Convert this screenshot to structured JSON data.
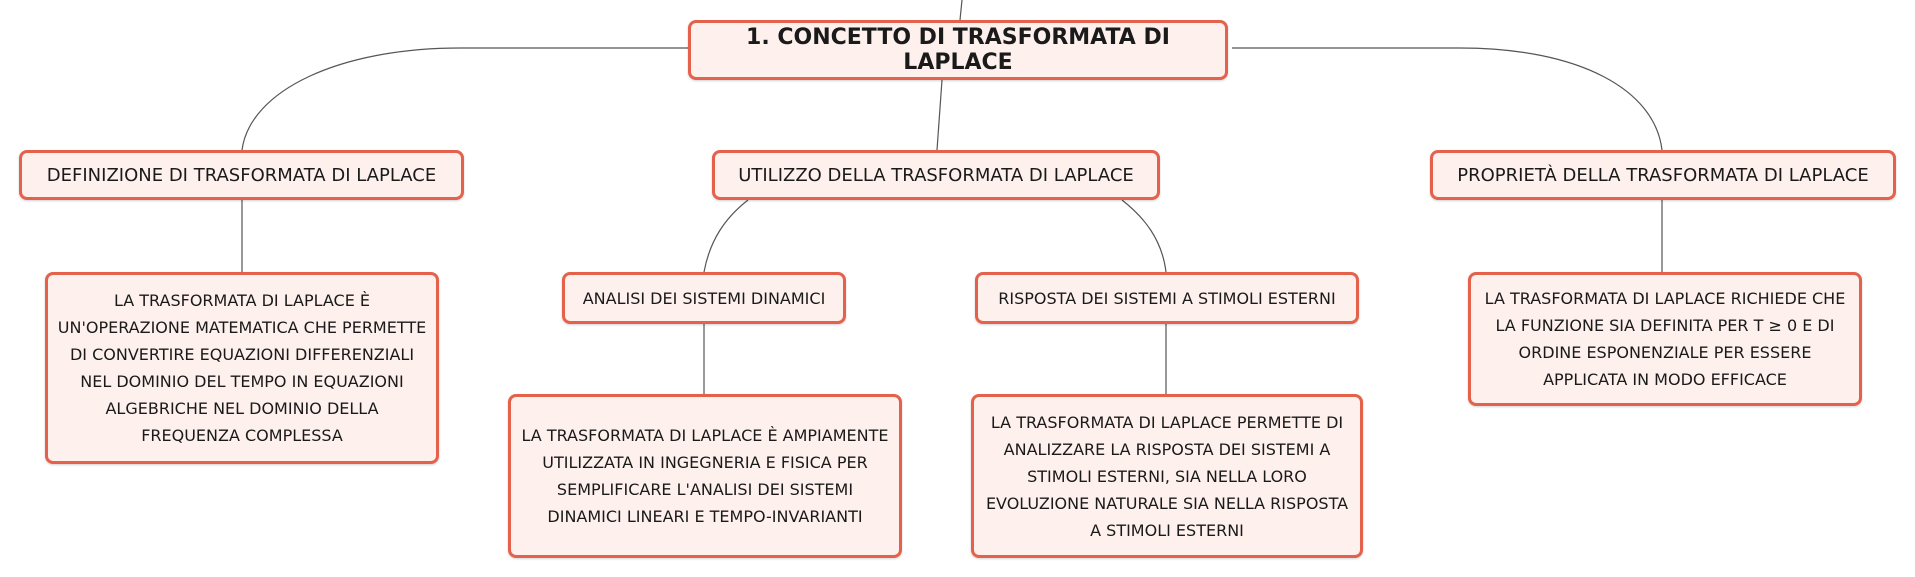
{
  "diagram": {
    "root": {
      "label": "1. CONCETTO DI TRASFORMATA DI LAPLACE"
    },
    "branches": {
      "definizione": {
        "label": "DEFINIZIONE DI TRASFORMATA DI LAPLACE",
        "detail": "LA TRASFORMATA DI LAPLACE È UN'OPERAZIONE MATEMATICA CHE PERMETTE DI CONVERTIRE EQUAZIONI DIFFERENZIALI NEL DOMINIO DEL TEMPO IN EQUAZIONI ALGEBRICHE NEL DOMINIO DELLA FREQUENZA COMPLESSA"
      },
      "utilizzo": {
        "label": "UTILIZZO DELLA TRASFORMATA DI LAPLACE",
        "analisi": {
          "label": "ANALISI DEI SISTEMI DINAMICI",
          "detail": "LA TRASFORMATA DI LAPLACE È AMPIAMENTE UTILIZZATA IN INGEGNERIA E FISICA PER SEMPLIFICARE L'ANALISI DEI SISTEMI DINAMICI LINEARI E TEMPO-INVARIANTI"
        },
        "risposta": {
          "label": "RISPOSTA DEI SISTEMI A STIMOLI ESTERNI",
          "detail": "LA TRASFORMATA DI LAPLACE PERMETTE DI ANALIZZARE LA RISPOSTA DEI SISTEMI A STIMOLI ESTERNI, SIA NELLA LORO EVOLUZIONE NATURALE SIA NELLA RISPOSTA A STIMOLI ESTERNI"
        }
      },
      "proprieta": {
        "label": "PROPRIETÀ DELLA TRASFORMATA DI LAPLACE",
        "detail": "LA TRASFORMATA DI LAPLACE RICHIEDE CHE LA FUNZIONE SIA DEFINITA PER T ≥ 0 E DI ORDINE ESPONENZIALE PER ESSERE APPLICATA IN MODO EFFICACE"
      }
    }
  }
}
